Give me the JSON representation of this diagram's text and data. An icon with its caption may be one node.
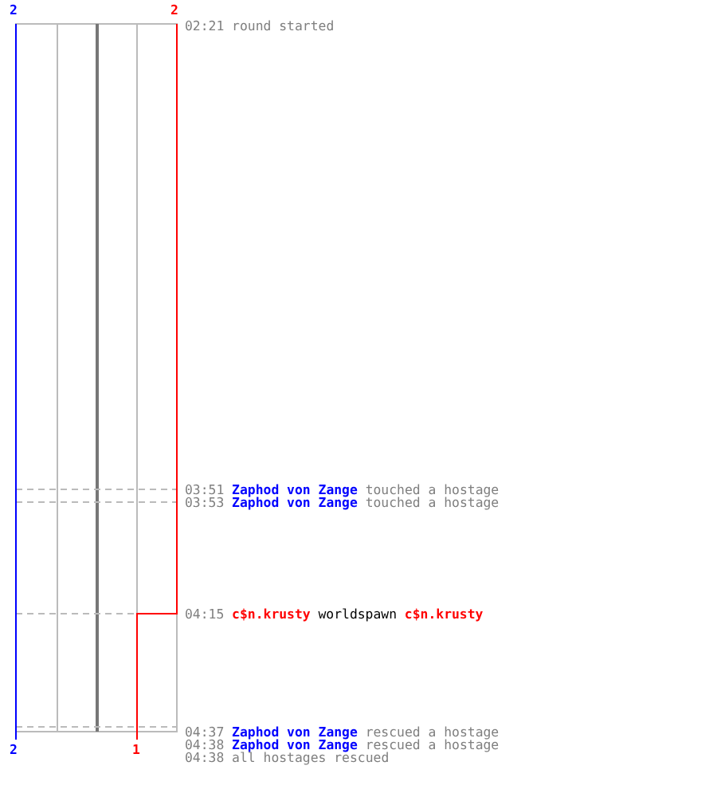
{
  "diagram": {
    "labels": [
      "2",
      "2",
      "02:21",
      "round started",
      "03:51",
      "Zaphod von Zange",
      "touched a hostage",
      "03:53",
      "Zaphod von Zange",
      "touched a hostage",
      "04:15",
      "c$n.krusty",
      "worldspawn",
      "c$n.krusty",
      "04:37",
      "Zaphod von Zange",
      "rescued a hostage",
      "04:38",
      "Zaphod von Zange",
      "rescued a hostage",
      "04:38",
      "all hostages rescued",
      "2",
      "1"
    ]
  }
}
